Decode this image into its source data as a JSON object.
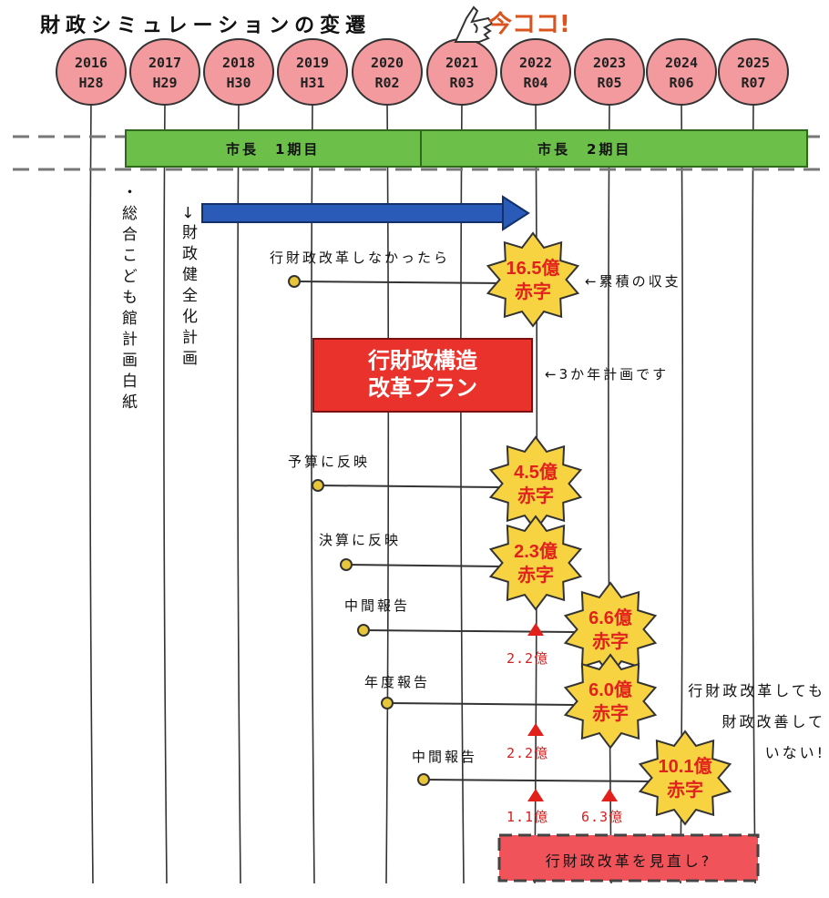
{
  "title": "財政シミュレーションの変遷",
  "here_label": "今ココ!",
  "years": [
    {
      "year": "2016",
      "era": "H28"
    },
    {
      "year": "2017",
      "era": "H29"
    },
    {
      "year": "2018",
      "era": "H30"
    },
    {
      "year": "2019",
      "era": "H31"
    },
    {
      "year": "2020",
      "era": "R02"
    },
    {
      "year": "2021",
      "era": "R03"
    },
    {
      "year": "2022",
      "era": "R04"
    },
    {
      "year": "2023",
      "era": "R05"
    },
    {
      "year": "2024",
      "era": "R06"
    },
    {
      "year": "2025",
      "era": "R07"
    }
  ],
  "terms": {
    "first": "市長　1期目",
    "second": "市長　2期目"
  },
  "annotations": {
    "kodomo": "・総合こども館計画白紙",
    "kenzen": "→財政健全化計画",
    "no_reform": "行財政改革しなかったら",
    "cumulative": "←累積の収支",
    "plan_line1": "行財政構造",
    "plan_line2": "改革プラン",
    "three_year": "←3か年計画です",
    "budget": "予算に反映",
    "settlement": "決算に反映",
    "interim1": "中間報告",
    "annual": "年度報告",
    "interim2": "中間報告",
    "review": "行財政改革を見直し?",
    "comment1": "行財政改革しても",
    "comment2": "財政改善して",
    "comment3": "いない!"
  },
  "bursts": [
    {
      "value": "16.5億",
      "label": "赤字"
    },
    {
      "value": "4.5億",
      "label": "赤字"
    },
    {
      "value": "2.3億",
      "label": "赤字"
    },
    {
      "value": "6.6億",
      "label": "赤字"
    },
    {
      "value": "6.0億",
      "label": "赤字"
    },
    {
      "value": "10.1億",
      "label": "赤字"
    }
  ],
  "small_values": {
    "a": "2.2億",
    "b": "2.2億",
    "c": "1.1億",
    "d": "6.3億"
  },
  "colors": {
    "bubble": "#f29a9e",
    "term": "#6cc04a",
    "arrow": "#2a5bb8",
    "burst": "#f7d342",
    "plan": "#e8322b",
    "review": "#f0545a",
    "red_text": "#e2211c"
  }
}
